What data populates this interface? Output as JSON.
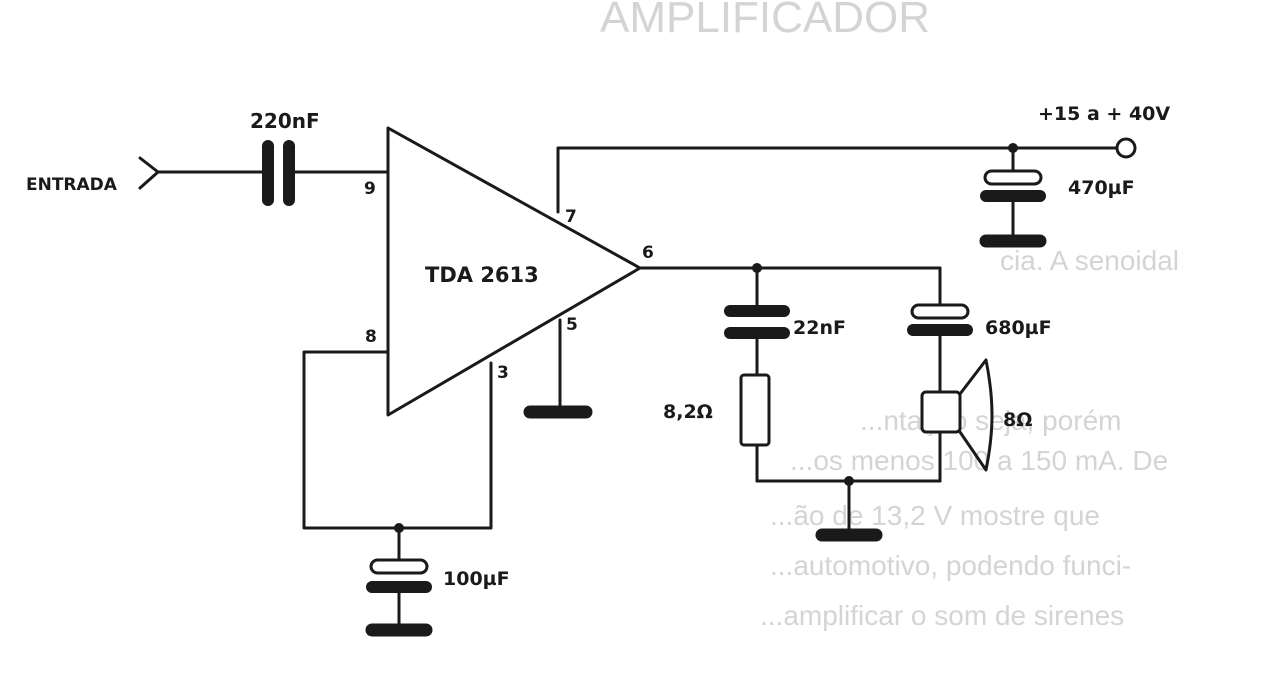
{
  "diagram": {
    "ic": {
      "name": "TDA 2613"
    },
    "input": {
      "label": "ENTRADA"
    },
    "supply": {
      "label": "+15 a + 40V"
    },
    "pins": {
      "in": "9",
      "vcc": "7",
      "out": "6",
      "gnd": "5",
      "fb": "8",
      "aux": "3"
    },
    "components": {
      "c_in": "220nF",
      "c_supply": "470µF",
      "c_snubber": "22nF",
      "r_snubber": "8,2Ω",
      "c_out": "680µF",
      "speaker": "8Ω",
      "c_feedback": "100µF"
    }
  },
  "bleed_through_text": [
    "AMPLIFICADOR",
    "cia. A senoidal",
    "...ntação seja, porém",
    "...os menos 100 a 150 mA. De",
    "...ão de 13,2 V mostre que",
    "...automotivo, podendo funci-",
    "...amplificar o som de sirenes"
  ]
}
